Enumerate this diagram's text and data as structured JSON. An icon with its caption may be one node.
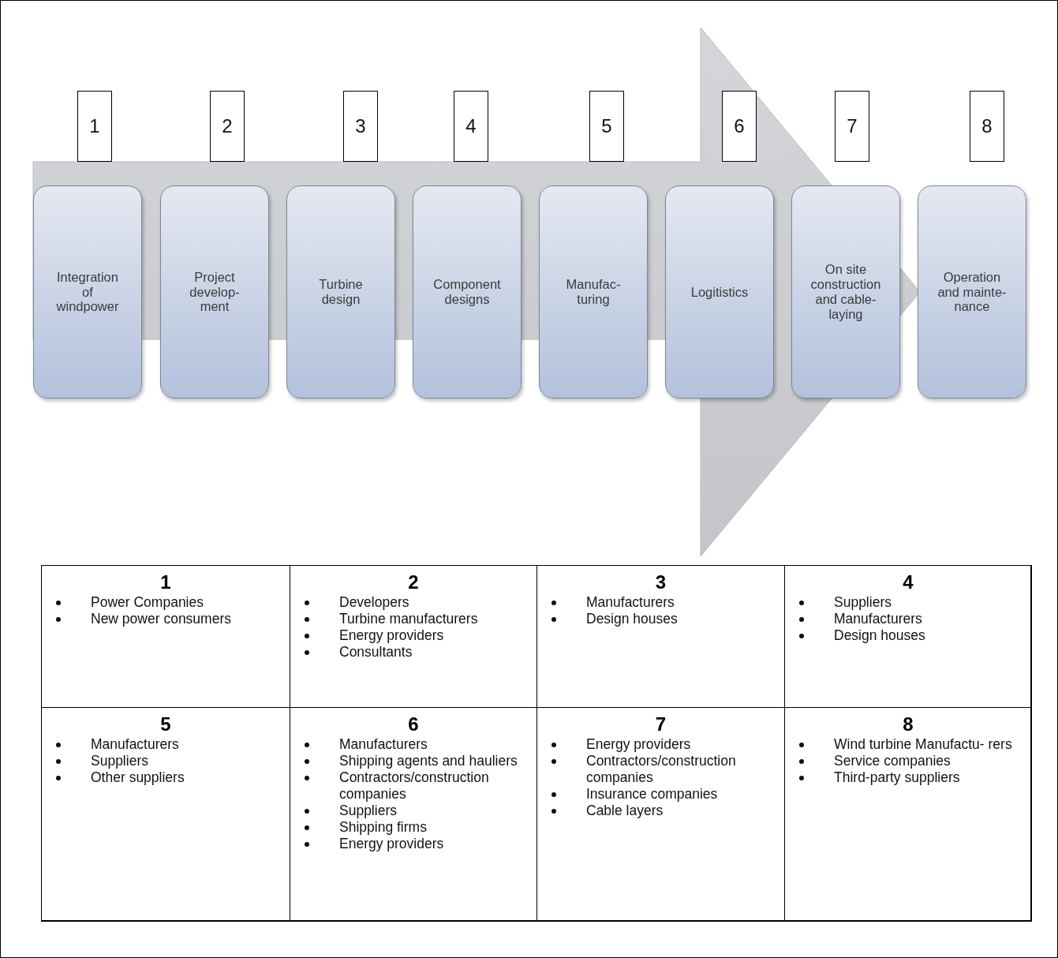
{
  "diagram": {
    "nodes": [
      {
        "text": [
          "1"
        ]
      },
      {
        "text": [
          "2"
        ]
      },
      {
        "text": [
          "3"
        ]
      },
      {
        "text": [
          "4"
        ]
      },
      {
        "text": [
          "5"
        ]
      },
      {
        "text": [
          "6"
        ]
      },
      {
        "text": [
          "7"
        ]
      },
      {
        "text": [
          "8"
        ]
      },
      {
        "text": [
          "Integration of windpower"
        ]
      },
      {
        "text": [
          "Project develop- ment"
        ]
      },
      {
        "text": [
          "Turbine design"
        ]
      },
      {
        "text": [
          "Component designs"
        ]
      },
      {
        "text": [
          "Manufac- turing"
        ]
      },
      {
        "text": [
          "Logitistics"
        ]
      },
      {
        "text": [
          "On site construction and cable- laying"
        ]
      },
      {
        "text": [
          "Operation and mainte- nance"
        ]
      }
    ],
    "edges": [
      {
        "from": 8,
        "to": 15,
        "arrow": "to"
      }
    ],
    "labels": [
      "1",
      "Power Companies",
      "New power consumers",
      "2",
      "Developers",
      "Turbine manufacturers",
      "Energy providers",
      "Consultants",
      "3",
      "Manufacturers",
      "Design houses",
      "4",
      "Suppliers",
      "Manufacturers",
      "Design houses",
      "5",
      "Manufacturers",
      "Suppliers",
      "Other suppliers",
      "6",
      "Manufacturers",
      "Shipping agents and hauliers",
      "Contractors/construction companies",
      "Suppliers",
      "Shipping firms",
      "Energy providers",
      "7",
      "Energy providers",
      "Contractors/construction companies",
      "Insurance companies",
      "Cable layers",
      "8",
      "Wind turbine Manufactu- rers",
      "Service companies",
      "Third-party suppliers"
    ]
  }
}
